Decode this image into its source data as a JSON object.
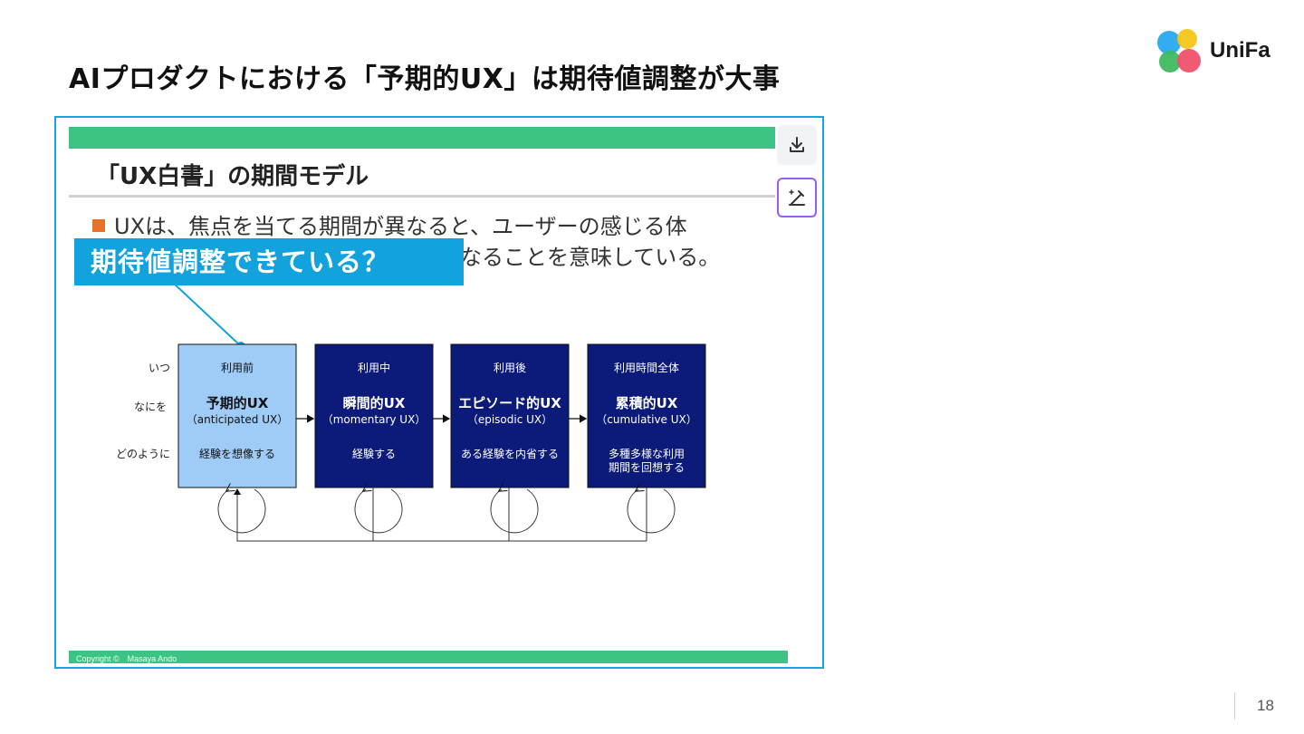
{
  "slide": {
    "title": "AIプロダクトにおける「予期的UX」は期待値調整が大事",
    "page_number": "18"
  },
  "logo": {
    "text": "UniFa"
  },
  "embedded_slide": {
    "title": "「UX白書」の期間モデル",
    "bullet_line1": "UXは、焦点を当てる期間が異なると、ユーザーの感じる体",
    "bullet_line2": "なることを意味している。",
    "copyright": "Copyright ©　Masaya Ando"
  },
  "callout": {
    "text": "期待値調整できている？"
  },
  "toolbar": {
    "download_icon": "download-icon",
    "ai_edit_icon": "magic-pen-icon",
    "accent": "#9a5cf0"
  },
  "diagram": {
    "row_labels": [
      "いつ",
      "なにを",
      "どのように"
    ],
    "stages": [
      {
        "when": "利用前",
        "name": "予期的UX",
        "english": "（anticipated UX）",
        "how": "経験を想像する",
        "how2": "",
        "fill": "#9fcbf7",
        "text_color": "#111111"
      },
      {
        "when": "利用中",
        "name": "瞬間的UX",
        "english": "（momentary UX）",
        "how": "経験する",
        "how2": "",
        "fill": "#0c1a7a",
        "text_color": "#ffffff"
      },
      {
        "when": "利用後",
        "name": "エピソード的UX",
        "english": "（episodic UX）",
        "how": "ある経験を内省する",
        "how2": "",
        "fill": "#0c1a7a",
        "text_color": "#ffffff"
      },
      {
        "when": "利用時間全体",
        "name": "累積的UX",
        "english": "（cumulative UX）",
        "how": "多種多様な利用",
        "how2": "期間を回想する",
        "fill": "#0c1a7a",
        "text_color": "#ffffff"
      }
    ]
  }
}
